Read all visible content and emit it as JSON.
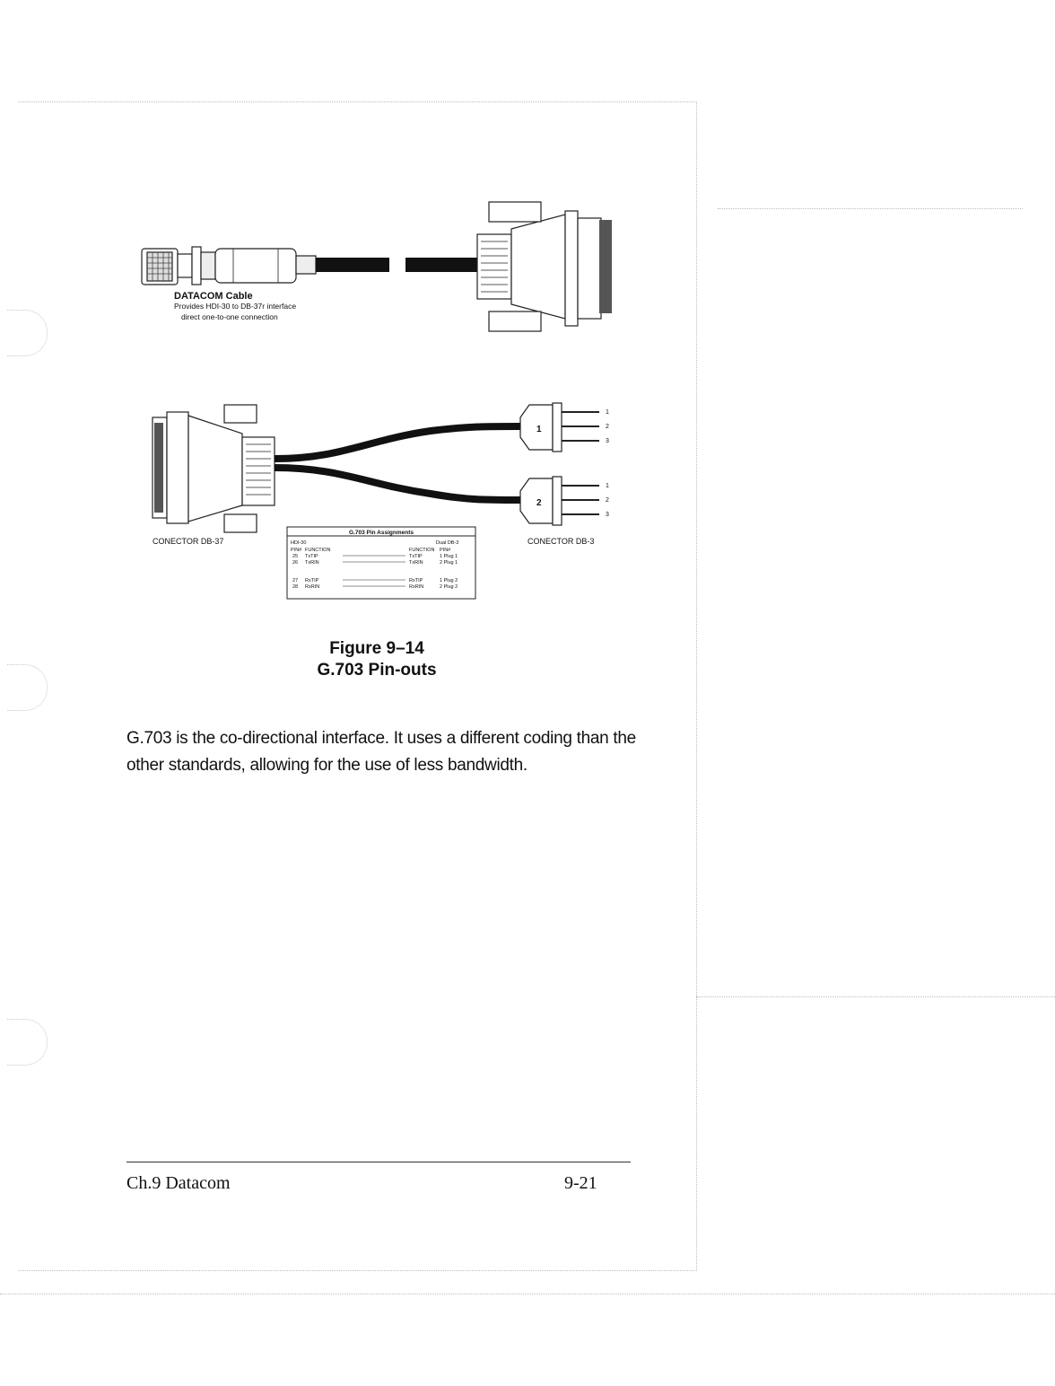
{
  "figure": {
    "cable_title": "DATACOM Cable",
    "cable_desc_1": "Provides HDI-30 to DB-37r interface",
    "cable_desc_2": "direct one-to-one connection",
    "connector_left": "CONECTOR DB-37",
    "connector_right": "CONECTOR DB-3",
    "plug_1": "1",
    "plug_2": "2",
    "pin_labels": [
      "1",
      "2",
      "3"
    ],
    "table": {
      "title": "G.703 Pin Assignments",
      "left_header": "HDI-30",
      "right_header": "Dual DB-3",
      "col_headers": [
        "PIN#",
        "FUNCTION",
        "FUNCTION",
        "PIN#"
      ],
      "rows": [
        {
          "pin": "25",
          "fn": "TxTIP",
          "fn2": "TxTIP",
          "pin2": "1  Plug 1"
        },
        {
          "pin": "26",
          "fn": "TxRIN",
          "fn2": "TxRIN",
          "pin2": "2  Plug 1"
        },
        {
          "pin": "27",
          "fn": "RxTIP",
          "fn2": "RxTIP",
          "pin2": "1  Plug 2"
        },
        {
          "pin": "28",
          "fn": "RxRIN",
          "fn2": "RxRIN",
          "pin2": "2  Plug 2"
        }
      ]
    }
  },
  "caption": {
    "number": "Figure 9–14",
    "title": "G.703 Pin-outs"
  },
  "body": {
    "paragraph": "G.703 is the co-directional interface. It uses a different coding than the other standards, allowing for the use of less bandwidth."
  },
  "footer": {
    "chapter": "Ch.9  Datacom",
    "page": "9-21"
  }
}
